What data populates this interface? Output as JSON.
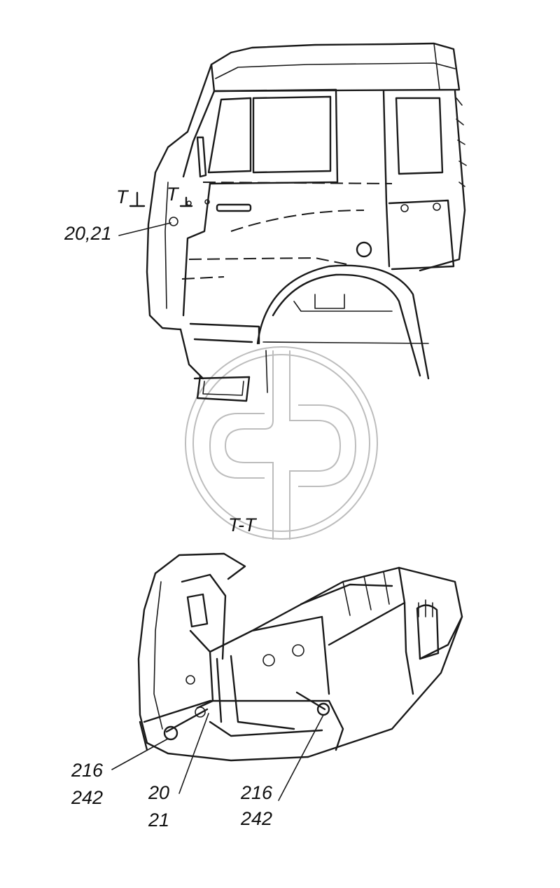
{
  "labels": {
    "section_marker_left": "T",
    "section_marker_right": "T",
    "callout_cab": "20,21",
    "section_title": "T-T",
    "callout_bolt_left_top": "216",
    "callout_bolt_left_bottom": "242",
    "callout_nut_top": "20",
    "callout_nut_bottom": "21",
    "callout_bolt_right_top": "216",
    "callout_bolt_right_bottom": "242"
  },
  "colors": {
    "line": "#1a1a1a",
    "watermark": "#bdbdbd",
    "background": "#ffffff"
  }
}
